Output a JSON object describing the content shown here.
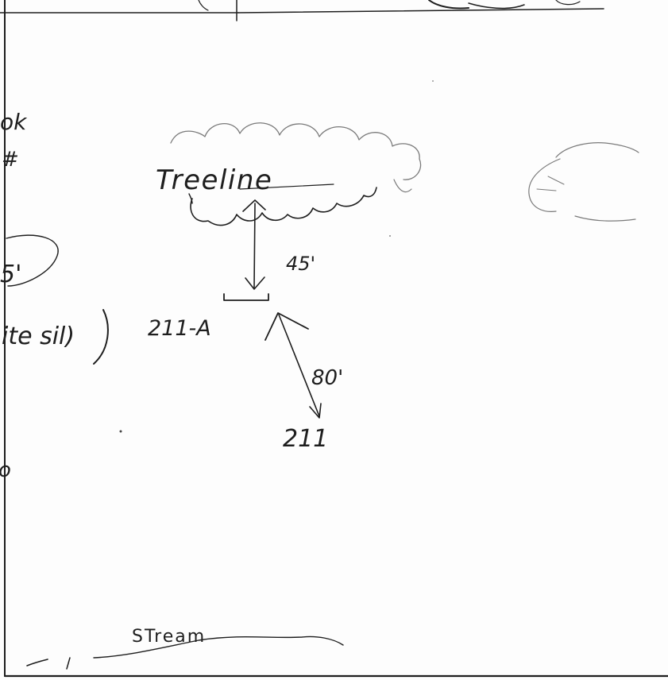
{
  "sketch": {
    "left_margin_fragments": [
      "ok",
      "#",
      "5'",
      "ite sil)",
      "o"
    ],
    "treeline_label": "Treeline",
    "distance_to_treeline": "45'",
    "point_a_label": "211-A",
    "distance_between_points": "80'",
    "point_b_label": "211",
    "stream_label": "STream"
  },
  "colors": {
    "ink": "#1e1e1e",
    "paper": "#fdfdfd"
  }
}
